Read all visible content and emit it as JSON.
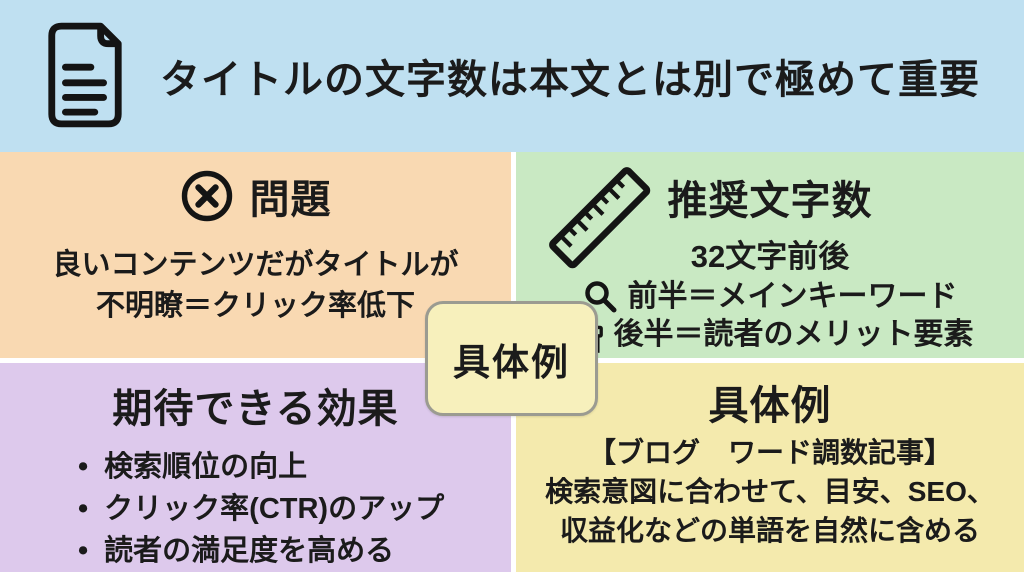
{
  "header": {
    "title": "タイトルの文字数は本文とは別で極めて重要",
    "icon": "document-icon"
  },
  "quadrants": {
    "problem": {
      "icon": "x-circle-icon",
      "heading": "問題",
      "lines": [
        "良いコンテンツだがタイトルが",
        "不明瞭＝クリック率低下"
      ]
    },
    "recommended": {
      "icon": "ruler-icon",
      "heading": "推奨文字数",
      "subheading": "32文字前後",
      "items": [
        {
          "icon": "search-icon",
          "text": "前半＝メインキーワード"
        },
        {
          "icon": "gift-icon",
          "text": "後半＝読者のメリット要素"
        }
      ]
    },
    "effects": {
      "heading": "期待できる効果",
      "bullets": [
        "検索順位の向上",
        "クリック率(CTR)のアップ",
        "読者の満足度を高める"
      ]
    },
    "example": {
      "heading": "具体例",
      "lines": [
        "【ブログ　ワード調数記事】",
        "検索意図に合わせて、目安、SEO、",
        "収益化などの単語を自然に含める"
      ]
    }
  },
  "center_label": "具体例",
  "colors": {
    "header_bg": "#bfe0f1",
    "problem_bg": "#f9d9b2",
    "recommended_bg": "#c9e9c3",
    "effects_bg": "#ddc9ec",
    "example_bg": "#f4eaad",
    "center_box_bg": "#f7f0bc",
    "center_box_border": "#9b9b91",
    "text": "#1b1b1b",
    "gap": "#ffffff"
  }
}
